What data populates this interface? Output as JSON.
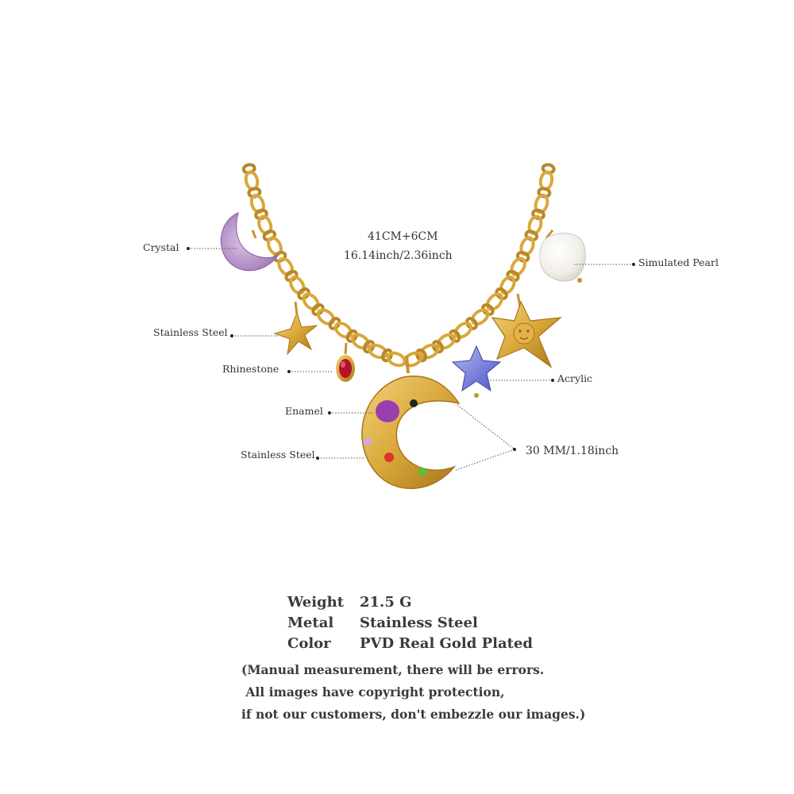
{
  "size_info": {
    "metric": "41CM+6CM",
    "imperial": "16.14inch/2.36inch",
    "pendant": "30 MM/1.18inch"
  },
  "labels": {
    "crystal": "Crystal",
    "steel_star": "Stainless Steel",
    "rhinestone": "Rhinestone",
    "enamel": "Enamel",
    "steel_moon": "Stainless Steel",
    "pearl": "Simulated Pearl",
    "acrylic": "Acrylic"
  },
  "specs": [
    {
      "key": "Weight",
      "value": "21.5 G"
    },
    {
      "key": "Metal",
      "value": "Stainless Steel"
    },
    {
      "key": "Color",
      "value": "PVD Real Gold Plated"
    }
  ],
  "notes": [
    "(Manual measurement, there will be errors.",
    " All images have copyright protection,",
    "if not our customers, don't embezzle our images.)"
  ],
  "colors": {
    "gold": "#d9a83a",
    "gold_dark": "#a8741a",
    "crystal_purple": "#b48cc6",
    "enamel_purple": "#9a3fb0",
    "rhinestone_red": "#b3122b",
    "acrylic_blue": "#6f78d8",
    "pearl": "#f4f2ee"
  }
}
